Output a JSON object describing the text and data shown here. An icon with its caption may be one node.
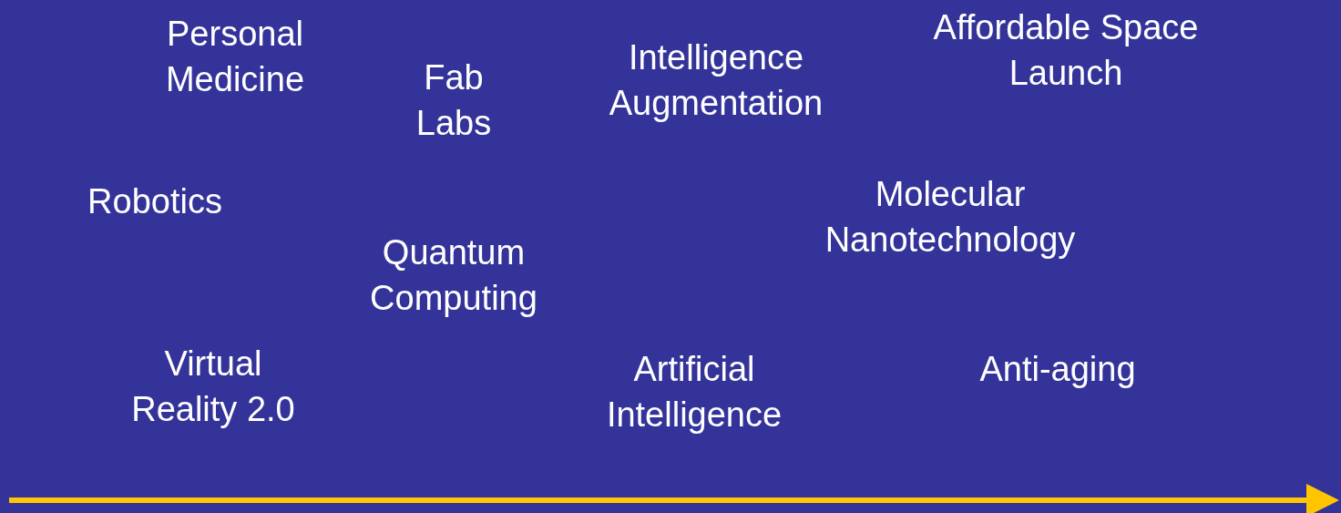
{
  "diagram": {
    "labels": [
      "Personal Medicine",
      "Fab Labs",
      "Intelligence Augmentation",
      "Affordable Space Launch",
      "Robotics",
      "Quantum Computing",
      "Molecular Nanotechnology",
      "Virtual Reality 2.0",
      "Artificial Intelligence",
      "Anti-aging"
    ]
  }
}
